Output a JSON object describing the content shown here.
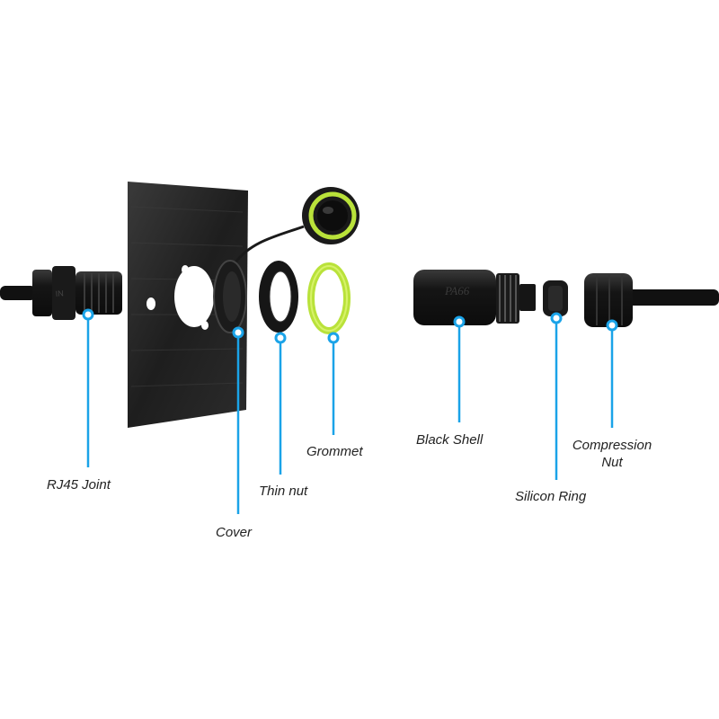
{
  "colors": {
    "accent": "#1aa3e8",
    "grommet_green": "#b9e23a",
    "part_black": "#1c1c1c",
    "plate": "#2a2a2a"
  },
  "parts_text": {
    "shell_marking": "PA66"
  },
  "labels": {
    "rj45_joint": "RJ45 Joint",
    "cover": "Cover",
    "thin_nut": "Thin nut",
    "grommet": "Grommet",
    "black_shell": "Black Shell",
    "silicon_ring": "Silicon Ring",
    "compression_nut_line1": "Compression",
    "compression_nut_line2": "Nut"
  }
}
